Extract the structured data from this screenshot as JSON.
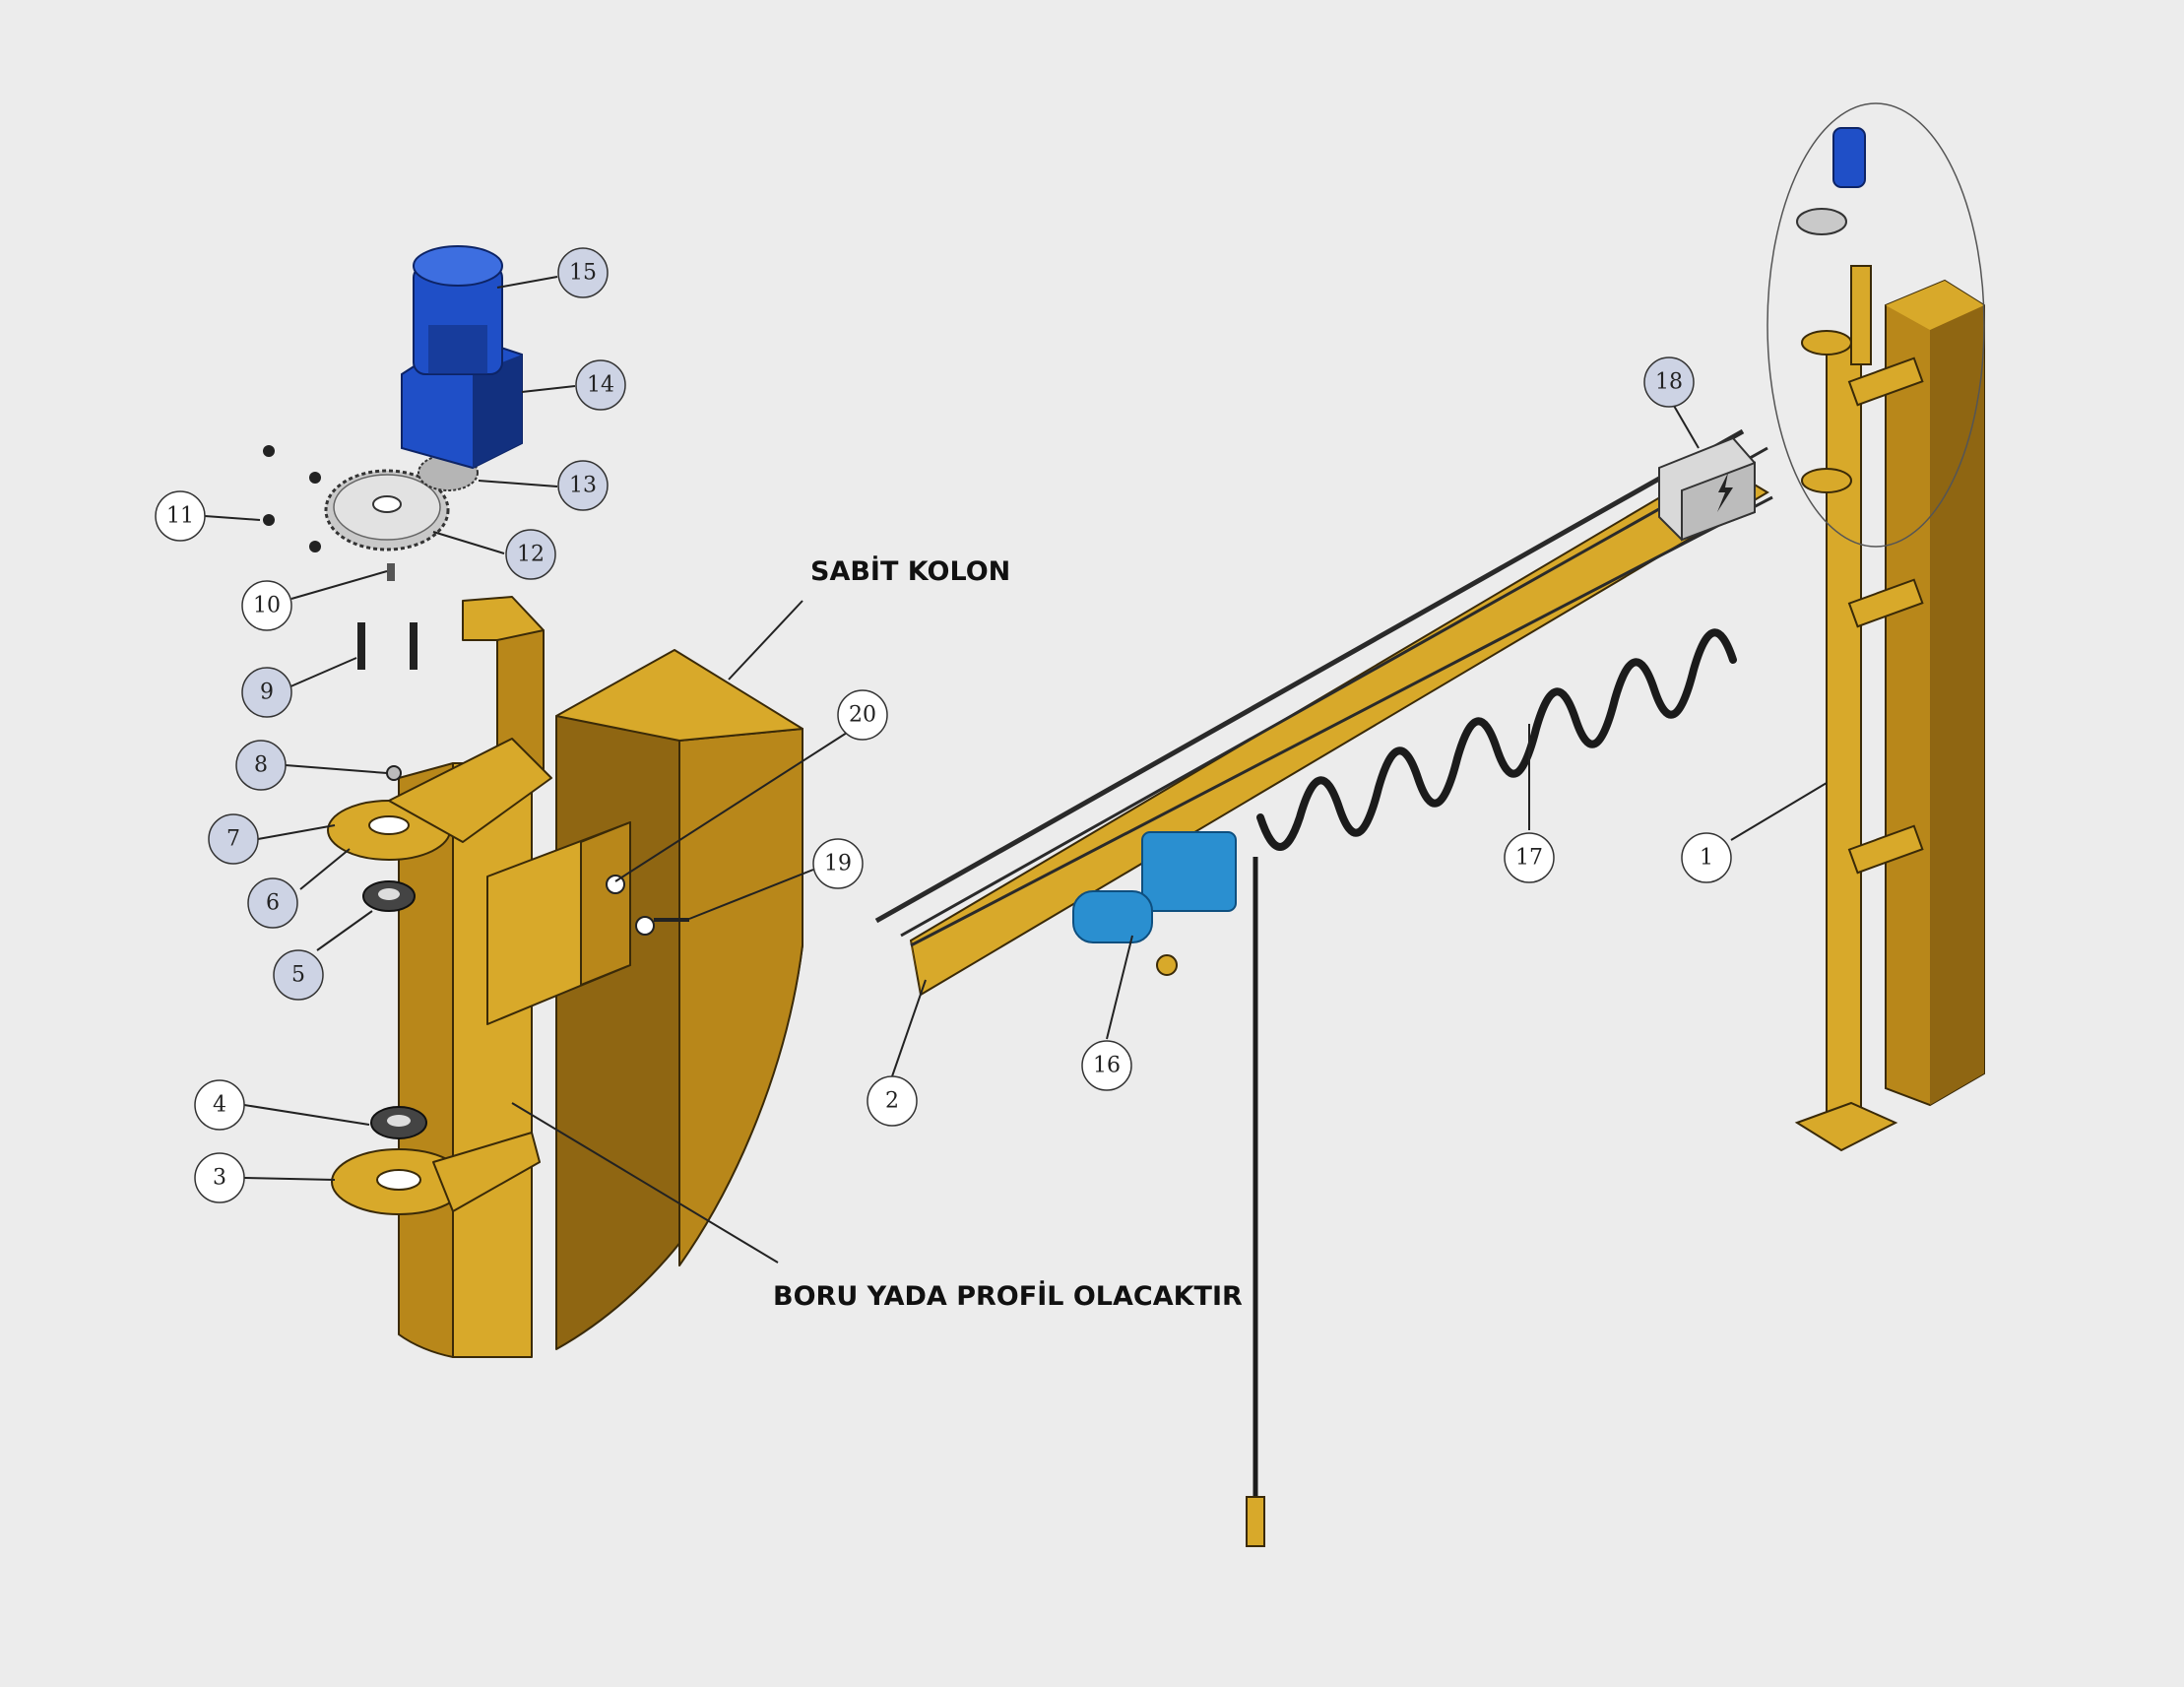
{
  "labels": {
    "fixed_column": "SABİT KOLON",
    "pipe_or_profile": "BORU YADA PROFİL OLACAKTIR"
  },
  "callouts": [
    {
      "id": "c1",
      "text": "1"
    },
    {
      "id": "c2",
      "text": "2"
    },
    {
      "id": "c3",
      "text": "3"
    },
    {
      "id": "c4",
      "text": "4"
    },
    {
      "id": "c5",
      "text": "5"
    },
    {
      "id": "c6",
      "text": "6"
    },
    {
      "id": "c7",
      "text": "7"
    },
    {
      "id": "c8",
      "text": "8"
    },
    {
      "id": "c9",
      "text": "9"
    },
    {
      "id": "c10",
      "text": "10"
    },
    {
      "id": "c11",
      "text": "11"
    },
    {
      "id": "c12",
      "text": "12"
    },
    {
      "id": "c13",
      "text": "13"
    },
    {
      "id": "c14",
      "text": "14"
    },
    {
      "id": "c15",
      "text": "15"
    },
    {
      "id": "c16",
      "text": "16"
    },
    {
      "id": "c17",
      "text": "17"
    },
    {
      "id": "c18",
      "text": "18"
    },
    {
      "id": "c19",
      "text": "19"
    },
    {
      "id": "c20",
      "text": "20"
    }
  ],
  "colors": {
    "steel_light": "#d8a92a",
    "steel_mid": "#b8871a",
    "steel_dark": "#8f6612",
    "motor_blue": "#1f4fc7",
    "motor_dark": "#12307f",
    "hoist_blue": "#2a8fd0",
    "gear_grey": "#c9c9c9",
    "cable_black": "#1b1b1b",
    "balloon_fill": "#cdd3e4"
  }
}
